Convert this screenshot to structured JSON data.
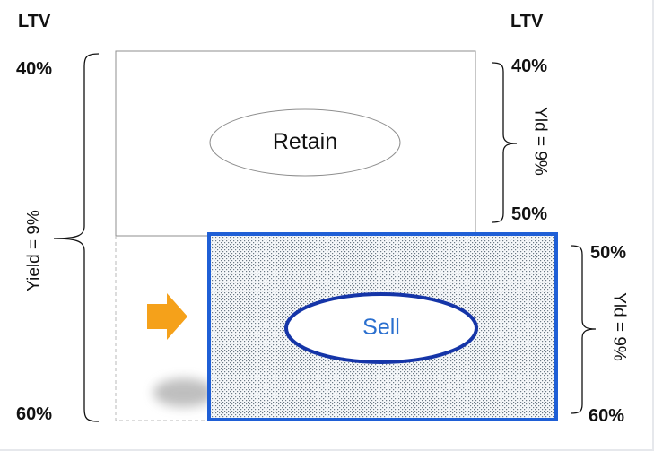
{
  "labels": {
    "ltv_left": "LTV",
    "ltv_right": "LTV",
    "left_top_pct": "40%",
    "left_bottom_pct": "60%",
    "right_upper_top_pct": "40%",
    "right_upper_bottom_pct": "50%",
    "right_lower_top_pct": "50%",
    "right_lower_bottom_pct": "60%",
    "left_yield": "Yield = 9%",
    "right_upper_yield": "Yld = 9%",
    "right_lower_yield": "Yld = 9%"
  },
  "boxes": {
    "retain_label": "Retain",
    "sell_label": "Sell"
  },
  "colors": {
    "sell_border": "#1f5fd6",
    "sell_ellipse": "#1535a8",
    "sell_text": "#2a6fcf",
    "arrow": "#f5a11a",
    "retain_border": "#8f8f8f"
  },
  "icons": {
    "arrow": "right-arrow-icon"
  }
}
